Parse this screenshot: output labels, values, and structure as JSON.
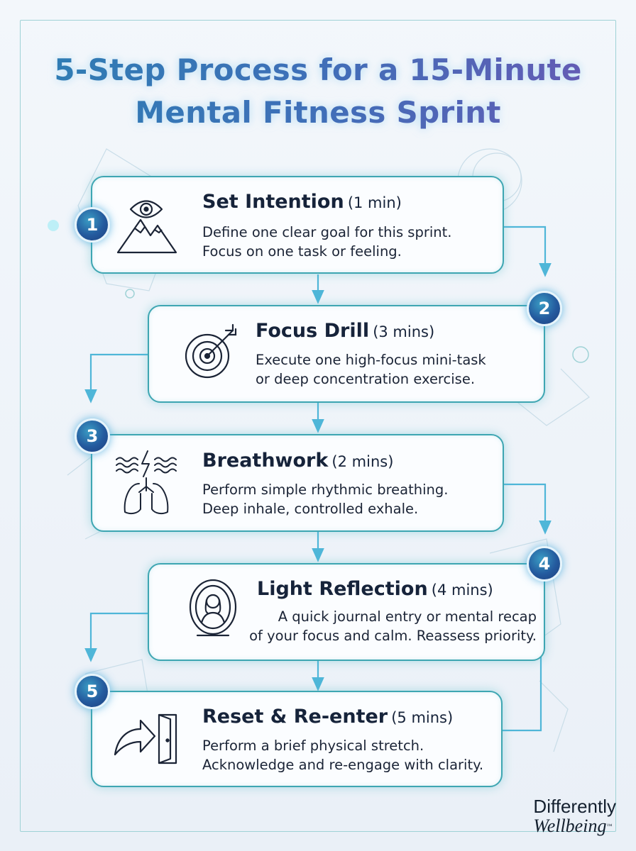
{
  "title": {
    "line1": "5-Step Process for a 15-Minute",
    "line2": "Mental Fitness Sprint"
  },
  "steps": [
    {
      "number": "1",
      "name": "Set Intention",
      "duration": "(1 min)",
      "lines": [
        "Define one clear goal for this sprint.",
        "Focus on one task or feeling."
      ],
      "icon": "eye-over-mountain-icon"
    },
    {
      "number": "2",
      "name": "Focus Drill",
      "duration": "(3 mins)",
      "lines": [
        "Execute one high-focus mini-task",
        "or deep concentration exercise."
      ],
      "icon": "target-arrow-icon"
    },
    {
      "number": "3",
      "name": "Breathwork",
      "duration": "(2 mins)",
      "lines": [
        "Perform simple rhythmic breathing.",
        "Deep inhale, controlled exhale."
      ],
      "icon": "lungs-wind-icon"
    },
    {
      "number": "4",
      "name": "Light Reflection",
      "duration": "(4 mins)",
      "lines": [
        "A quick journal entry or mental recap",
        "of your focus and calm. Reassess priority."
      ],
      "icon": "mirror-person-icon"
    },
    {
      "number": "5",
      "name": "Reset & Re-enter",
      "duration": "(5 mins)",
      "lines": [
        "Perform a brief physical stretch.",
        "Acknowledge and re-engage with clarity."
      ],
      "icon": "arrow-into-door-icon"
    }
  ],
  "brand": {
    "line1": "Differently",
    "line2": "Wellbeing",
    "mark": "™"
  },
  "colors": {
    "accent": "#3ea6b2",
    "badge": "#245a9e",
    "text": "#16233a"
  }
}
